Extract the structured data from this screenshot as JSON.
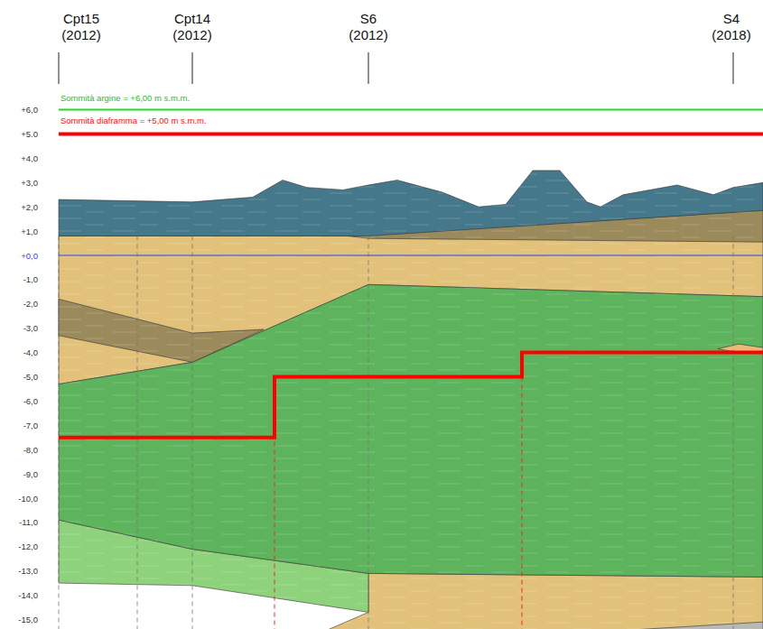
{
  "diagram": {
    "labels": [
      "Cpt15 (2012)",
      "Cpt14 (2012)",
      "S6 (2012)",
      "S4 (2018)",
      "Sommità argine = +6,00 m s.m.m.",
      "Sommità diaframma = +5,00 m s.m.m.",
      "+6,0",
      "+5.0",
      "+4,0",
      "+3,0",
      "+2,0",
      "+1,0",
      "+0,0",
      "-1,0",
      "-2,0",
      "-3,0",
      "-4,0",
      "-5,0",
      "-6,0",
      "-7,0",
      "-8,0",
      "-9,0",
      "-10,0",
      "-11,0",
      "-12,0",
      "-13,0",
      "-14,0",
      "-15,0"
    ]
  }
}
